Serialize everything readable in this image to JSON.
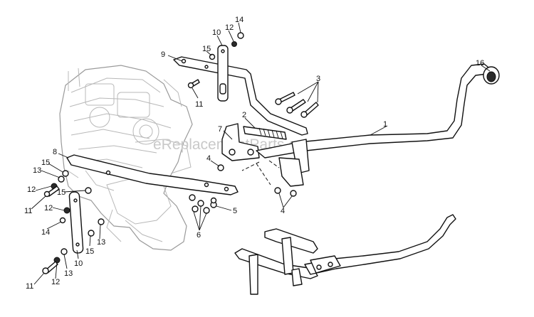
{
  "watermark": "eReplacementParts.com",
  "callouts": {
    "c1": "1",
    "c2": "2",
    "c3": "3",
    "c4a": "4",
    "c4b": "4",
    "c5": "5",
    "c6": "6",
    "c7": "7",
    "c8": "8",
    "c9": "9",
    "c10a": "10",
    "c10b": "10",
    "c11a": "11",
    "c11b": "11",
    "c11c": "11",
    "c12a": "12",
    "c12b": "12",
    "c12c": "12",
    "c12d": "12",
    "c13a": "13",
    "c13b": "13",
    "c13c": "13",
    "c14a": "14",
    "c14b": "14",
    "c15a": "15",
    "c15b": "15",
    "c15c": "15",
    "c15d": "15",
    "c16": "16"
  }
}
